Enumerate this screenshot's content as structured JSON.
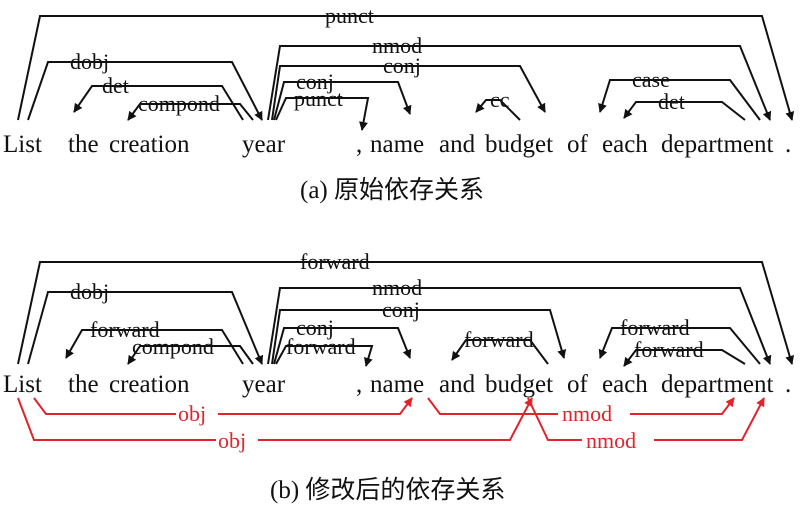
{
  "panel_a": {
    "tokens": [
      "List",
      "the",
      "creation",
      "year",
      ",",
      "name",
      "and",
      "budget",
      "of",
      "each",
      "department",
      "."
    ],
    "arcs": [
      "punct",
      "dobj",
      "det",
      "compond",
      "nmod",
      "conj",
      "conj",
      "punct",
      "cc",
      "case",
      "det"
    ],
    "caption": "(a) 原始依存关系"
  },
  "panel_b": {
    "tokens": [
      "List",
      "the",
      "creation",
      "year",
      ",",
      "name",
      "and",
      "budget",
      "of",
      "each",
      "department",
      "."
    ],
    "arcs": [
      "forward",
      "dobj",
      "forward",
      "compond",
      "nmod",
      "conj",
      "conj",
      "forward",
      "forward",
      "forward",
      "forward"
    ],
    "added_arcs": [
      "obj",
      "obj",
      "nmod",
      "nmod"
    ],
    "caption": "(b) 修改后的依存关系"
  },
  "colors": {
    "original": "#111111",
    "added": "#e0242b"
  }
}
